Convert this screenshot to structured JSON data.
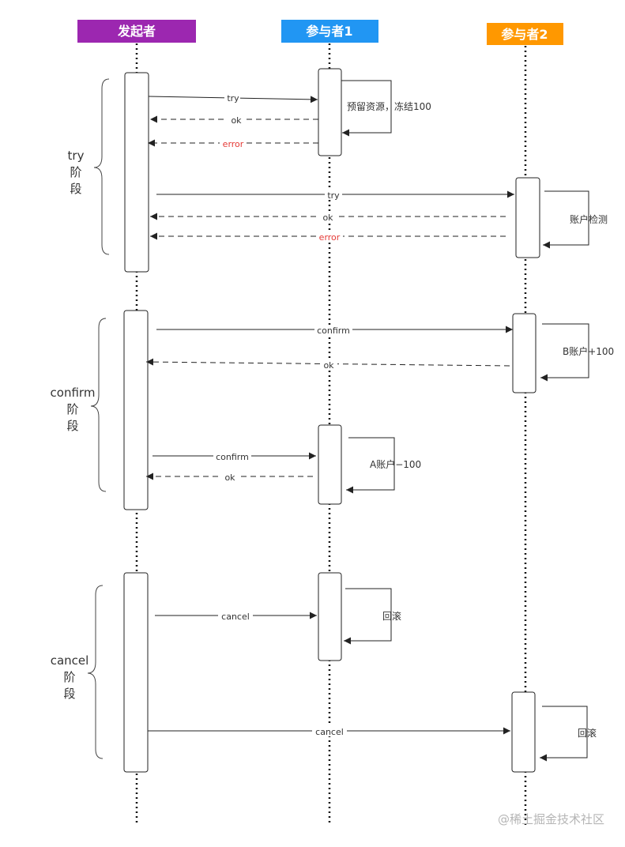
{
  "participants": [
    {
      "id": "initiator",
      "label": "发起者",
      "color": "#9c27b0"
    },
    {
      "id": "p1",
      "label": "参与者1",
      "color": "#2196f3"
    },
    {
      "id": "p2",
      "label": "参与者2",
      "color": "#ff9800"
    }
  ],
  "phases": {
    "try": {
      "line1": "try",
      "line2": "阶",
      "line3": "段"
    },
    "confirm": {
      "line1": "confirm",
      "line2": "阶",
      "line3": "段"
    },
    "cancel": {
      "line1": "cancel",
      "line2": "阶",
      "line3": "段"
    }
  },
  "messages": {
    "try_to_p1": "try",
    "ok_from_p1": "ok",
    "error_from_p1": "error",
    "try_to_p2": "try",
    "ok_from_p2": "ok",
    "error_from_p2": "error",
    "confirm_to_p2": "confirm",
    "confirm_ok_from_p2": "ok",
    "confirm_to_p1": "confirm",
    "confirm_ok_from_p1": "ok",
    "cancel_to_p1": "cancel",
    "cancel_to_p2": "cancel"
  },
  "notes": {
    "p1_try": "预留资源，冻结100",
    "p2_try": "账户检测",
    "p2_confirm": "B账户+100",
    "p1_confirm": "A账户−100",
    "p1_cancel": "回滚",
    "p2_cancel": "回滚"
  },
  "colors": {
    "error": "#e53935",
    "line": "#222222"
  },
  "watermark": "@稀土掘金技术社区"
}
